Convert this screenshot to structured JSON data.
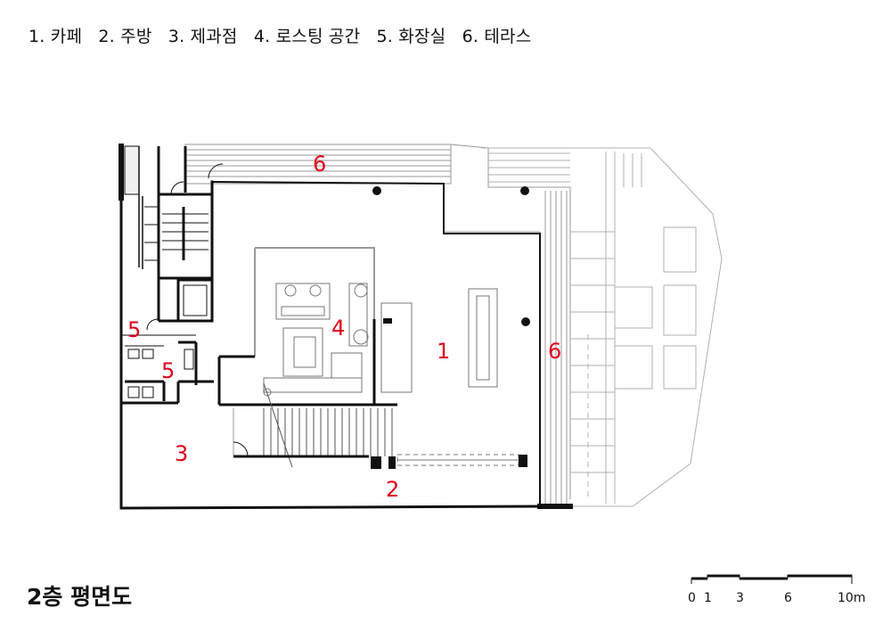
{
  "legend": {
    "items": [
      "1. 카페",
      "2. 주방",
      "3. 제과점",
      "4. 로스팅 공간",
      "5. 화장실",
      "6. 테라스"
    ]
  },
  "title": "2층 평면도",
  "room_labels": {
    "cafe": "1",
    "kitchen": "2",
    "bakery": "3",
    "roasting": "4",
    "restroom_a": "5",
    "restroom_b": "5",
    "terrace_top": "6",
    "terrace_right": "6"
  },
  "scale_bar": {
    "ticks": [
      "0",
      "1",
      "3",
      "6",
      "10m"
    ]
  },
  "colors": {
    "label": "#e0001b",
    "wall": "#111111",
    "thin": "#9a9a9a"
  }
}
